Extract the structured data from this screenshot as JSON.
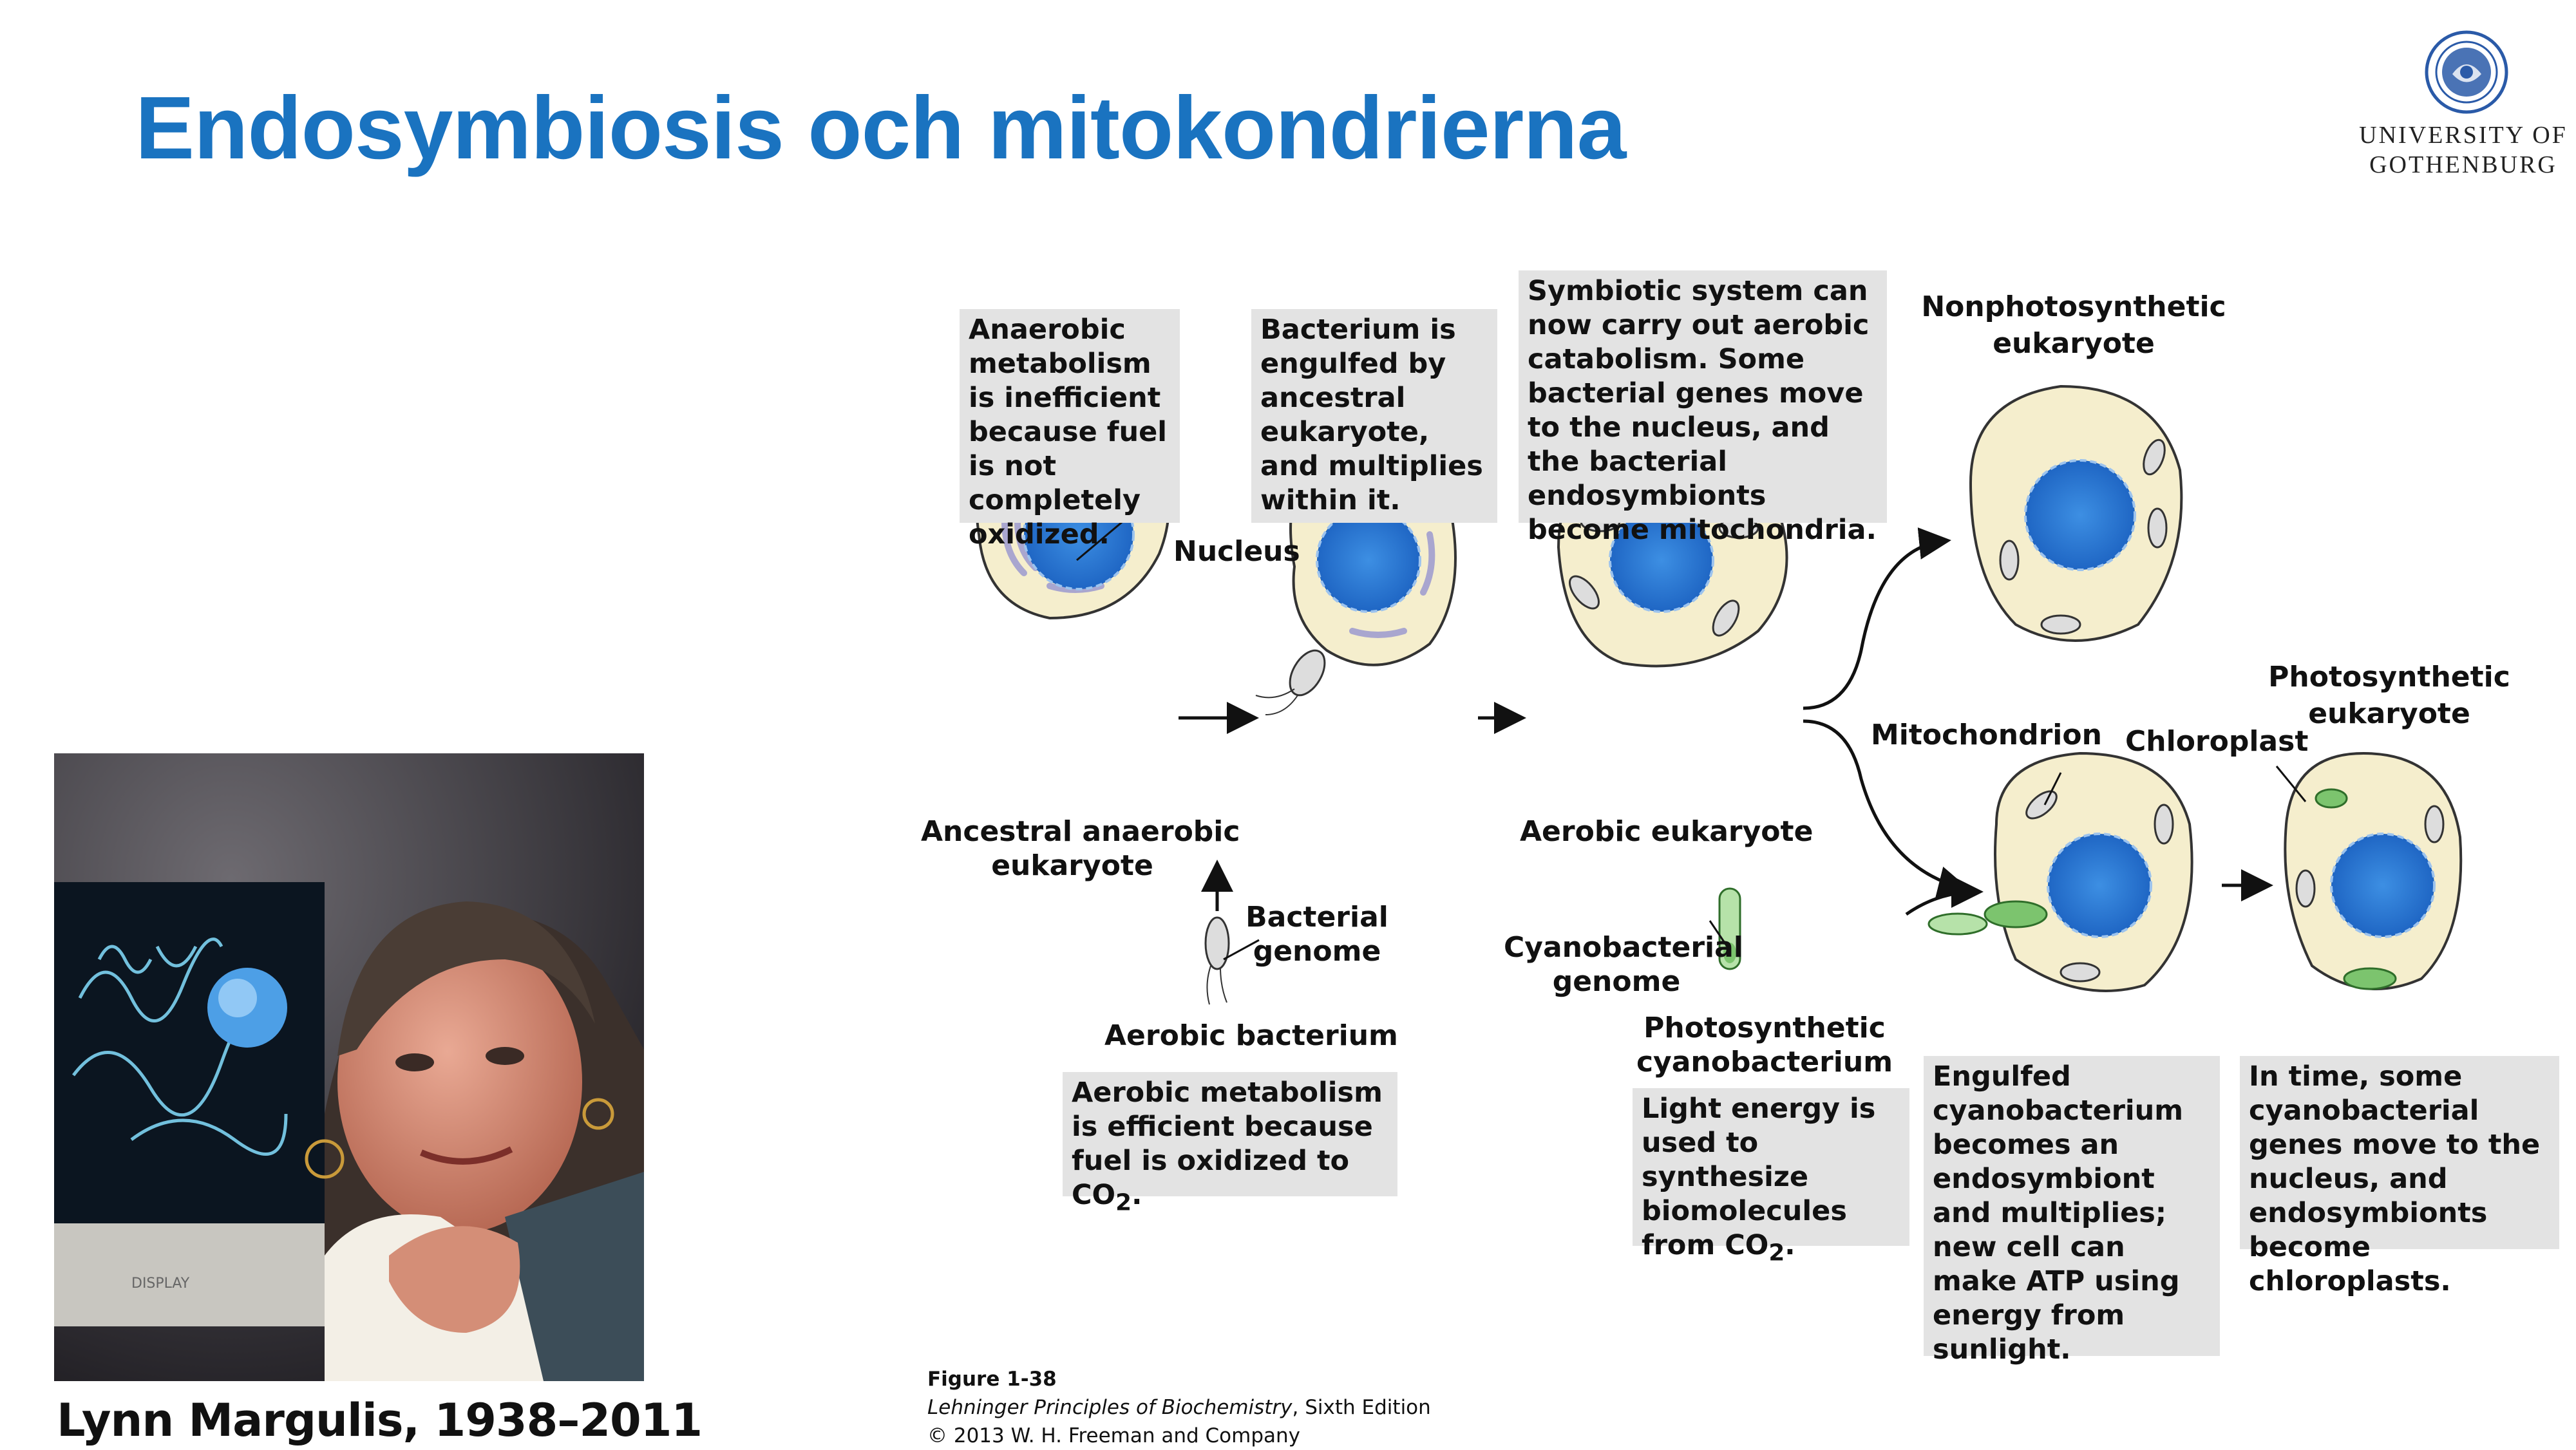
{
  "slide": {
    "title": "Endosymbiosis och mitokondrierna",
    "logo": {
      "line1": "UNIVERSITY OF",
      "line2": "GOTHENBURG"
    },
    "photo_caption": "Lynn Margulis, 1938–2011",
    "photo": {
      "monitor_text": "DISPLAY"
    }
  },
  "diagram": {
    "boxes": {
      "anaerobic": "Anaerobic metabolism is inefficient because fuel is not completely oxidized.",
      "engulfed": "Bacterium is engulfed by ancestral eukaryote, and multiplies within it.",
      "symbiotic_pre": "Symbiotic system can now carry out aerobic catabolism. Some bacterial genes move to the nucleus, and the bacterial endosymbionts become ",
      "symbiotic_bold": "mitochondria",
      "symbiotic_post": ".",
      "aerobic_pre": "Aerobic metabolism is efficient because fuel is oxidized to CO",
      "aerobic_sub": "2",
      "aerobic_post": ".",
      "light_pre": "Light energy is used to synthesize biomolecules from CO",
      "light_sub": "2",
      "light_post": ".",
      "cyano_engulfed": "Engulfed cyanobacterium becomes an endosymbiont and multiplies; new cell can make ATP using energy from sunlight.",
      "chloro_pre": "In time, some cyanobacterial genes move to the nucleus, and endosymbionts become ",
      "chloro_bold": "chloroplasts",
      "chloro_post": "."
    },
    "labels": {
      "nucleus": "Nucleus",
      "ancestral_1": "Ancestral anaerobic",
      "ancestral_2": "eukaryote",
      "bacterial_genome_1": "Bacterial",
      "bacterial_genome_2": "genome",
      "aerobic_bacterium": "Aerobic bacterium",
      "aerobic_eukaryote": "Aerobic eukaryote",
      "nonphoto_1": "Nonphotosynthetic",
      "nonphoto_2": "eukaryote",
      "mitochondrion": "Mitochondrion",
      "chloroplast": "Chloroplast",
      "photo_euk_1": "Photosynthetic",
      "photo_euk_2": "eukaryote",
      "cyano_genome_1": "Cyanobacterial",
      "cyano_genome_2": "genome",
      "photo_cyano_1": "Photosynthetic",
      "photo_cyano_2": "cyanobacterium"
    },
    "figure": {
      "number": "Figure 1-38",
      "book": "Lehninger Principles of Biochemistry",
      "edition": ", Sixth Edition",
      "copyright": "© 2013 W. H. Freeman and Company"
    }
  },
  "colors": {
    "title": "#1a73c0",
    "cell_fill": "#f5eecd",
    "nucleus": "#2f7fd6",
    "membrane": "#a9a6cf",
    "box_bg": "#e3e3e3",
    "chloroplast": "#7cc46e"
  }
}
